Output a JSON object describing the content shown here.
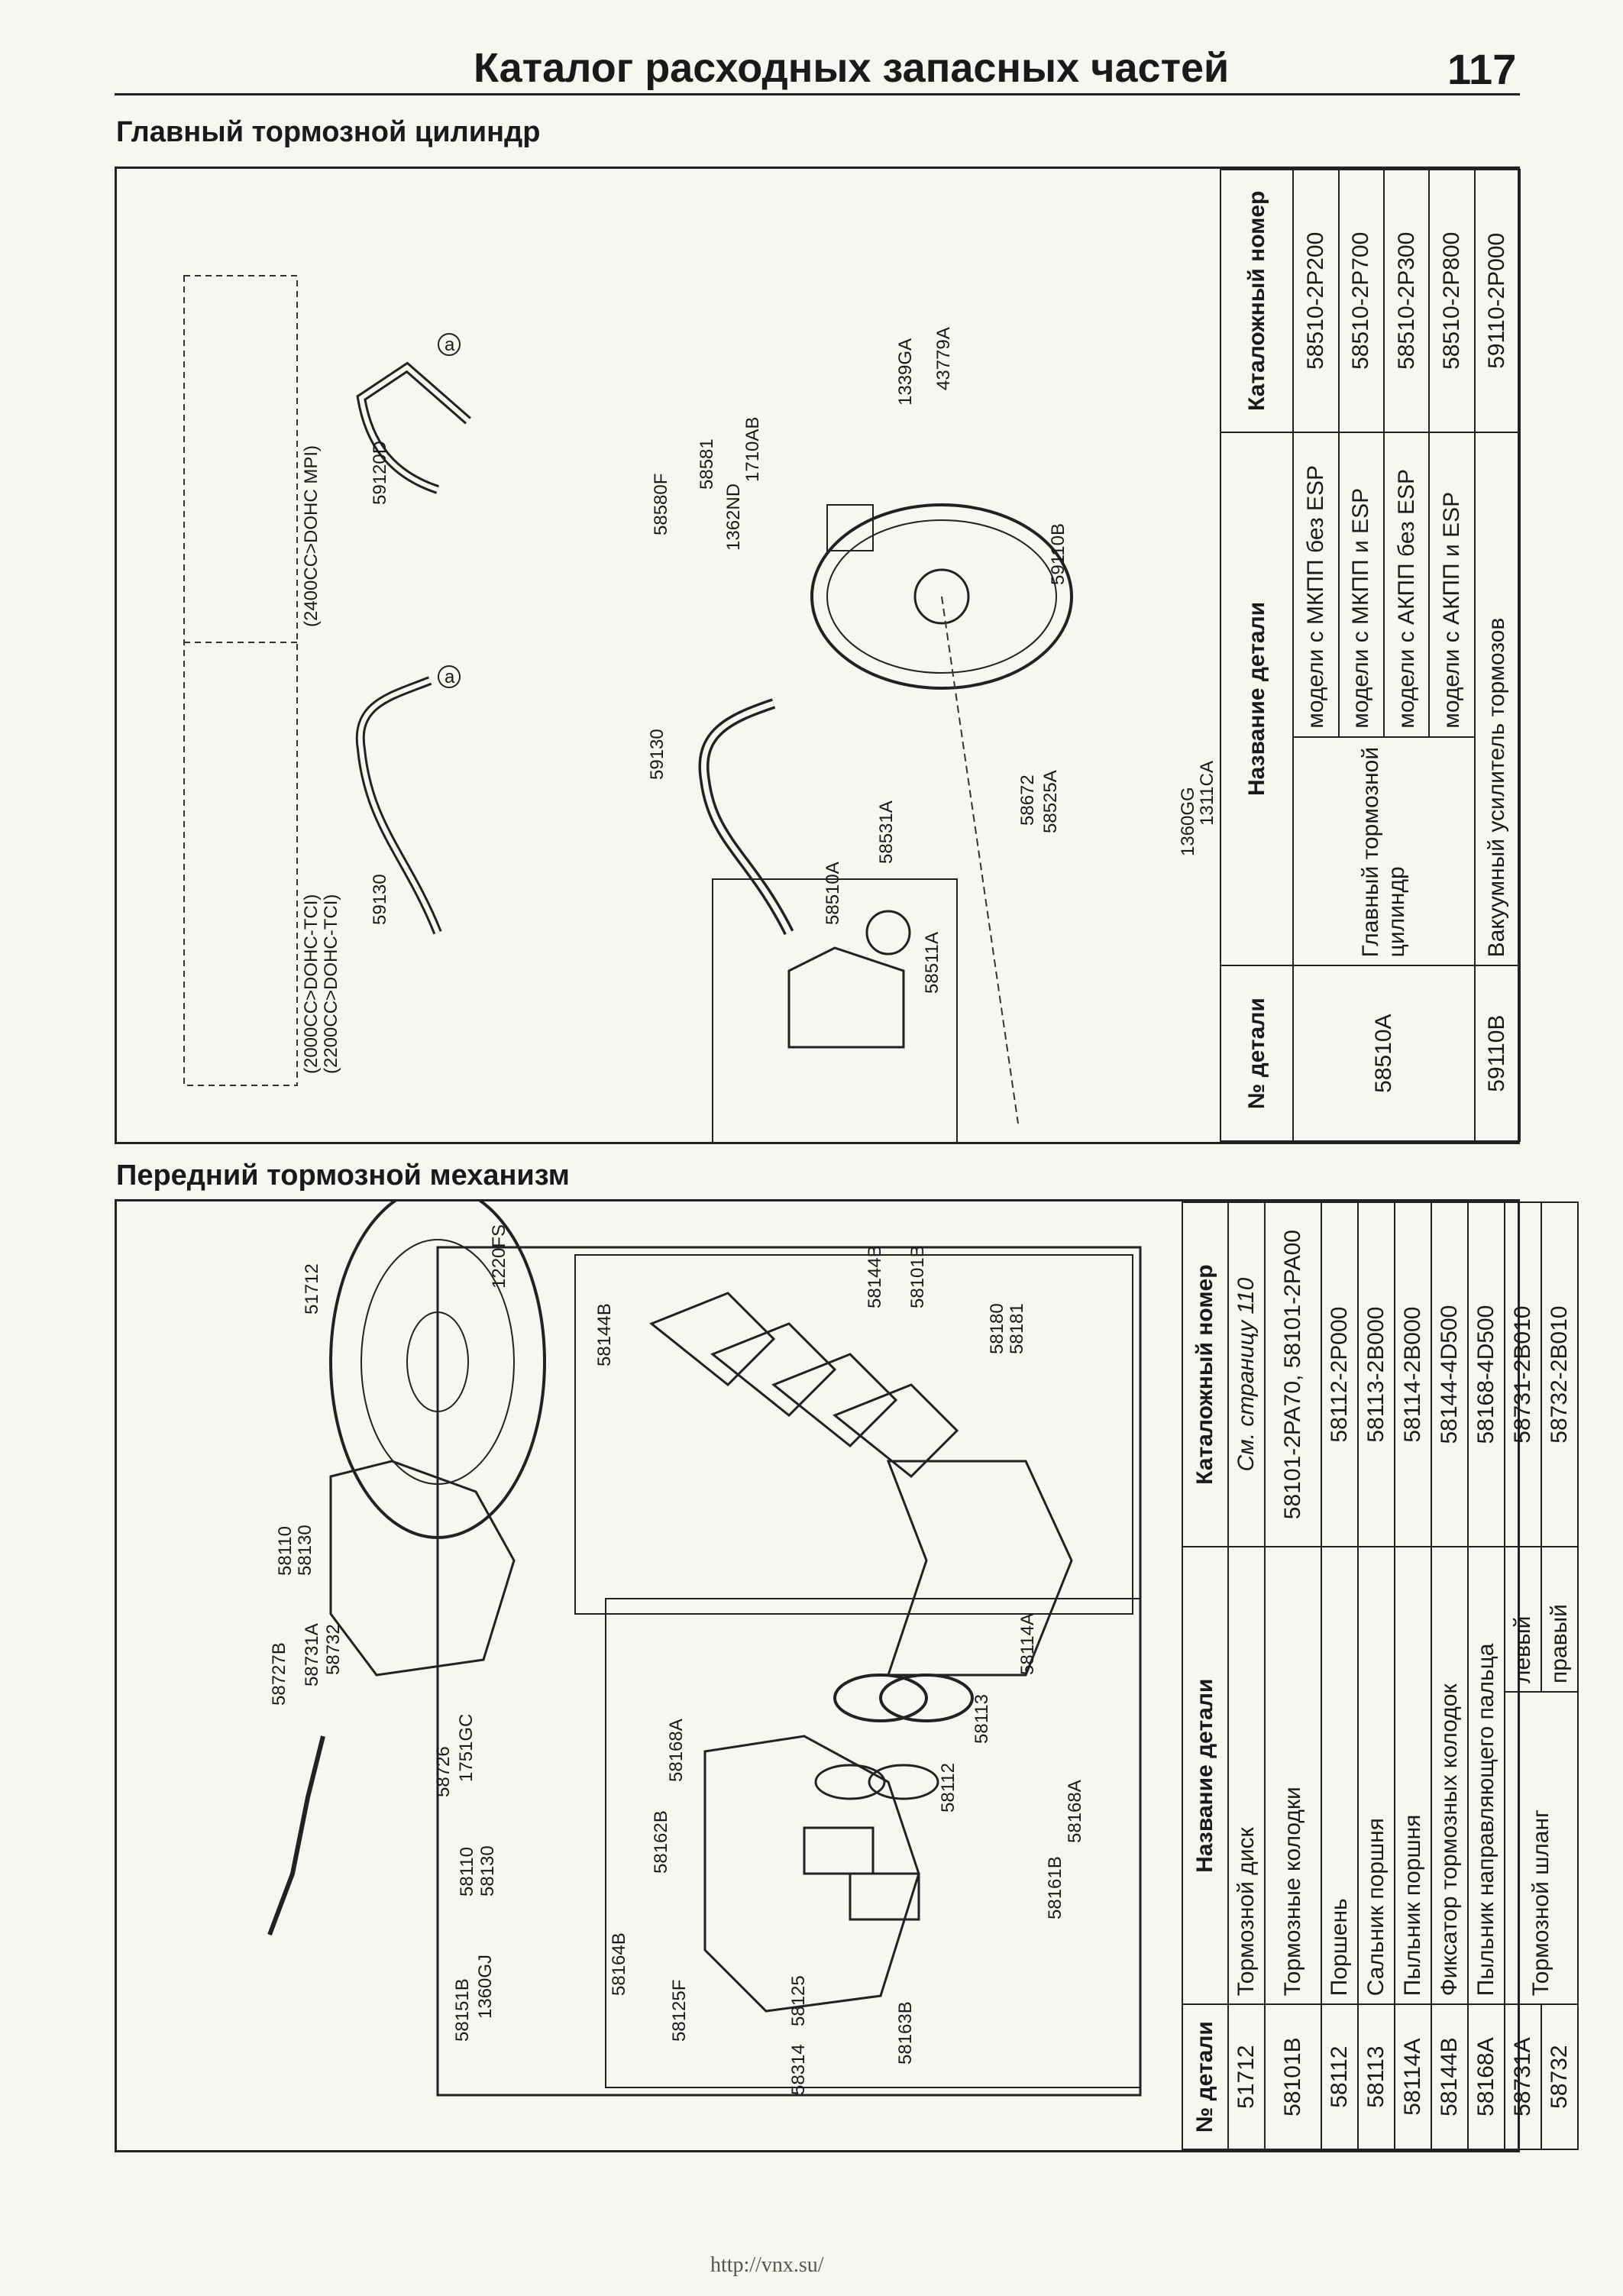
{
  "header": {
    "title": "Каталог расходных запасных частей",
    "page_number": "117"
  },
  "master_cylinder": {
    "section_title": "Главный тормозной цилиндр",
    "diagram": {
      "note_1": "(2000CC>DOHC-TCI)",
      "note_2": "(2200CC>DOHC-TCI)",
      "note_3": "(2400CC>DOHC MPI)",
      "labels": [
        "59130",
        "59120D",
        "59130",
        "58580F",
        "58581",
        "1362ND",
        "1710AB",
        "1339GA",
        "43779A",
        "59110B",
        "58510A",
        "58531A",
        "58511A",
        "58672",
        "58525A",
        "1360GG",
        "1311CA",
        "a",
        "a"
      ]
    },
    "table": {
      "headers": {
        "part_no": "№ детали",
        "name": "Название детали",
        "catalog": "Каталожный номер"
      },
      "rows": [
        {
          "part_no": "58510A",
          "name": "Главный тормозной цилиндр",
          "variants": [
            {
              "name": "модели с МКПП без ESP",
              "catalog": "58510-2P200"
            },
            {
              "name": "модели с МКПП и ESP",
              "catalog": "58510-2P700"
            },
            {
              "name": "модели с АКПП без ESP",
              "catalog": "58510-2P300"
            },
            {
              "name": "модели с АКПП и ESP",
              "catalog": "58510-2P800"
            }
          ]
        },
        {
          "part_no": "59110B",
          "name": "Вакуумный усилитель тормозов",
          "catalog": "59110-2P000"
        }
      ]
    }
  },
  "front_brake": {
    "section_title": "Передний тормозной механизм",
    "diagram": {
      "labels": [
        "51712",
        "1220FS",
        "58110",
        "58130",
        "58727B",
        "58731A",
        "58732",
        "58726",
        "1751GC",
        "58110",
        "58130",
        "58151B",
        "1360GJ",
        "58144B",
        "58144B",
        "58101B",
        "58180",
        "58181",
        "58168A",
        "58162B",
        "58112",
        "58113",
        "58114A",
        "58168A",
        "58161B",
        "58164B",
        "58125F",
        "58314",
        "58125",
        "58163B"
      ]
    },
    "table": {
      "headers": {
        "part_no": "№ детали",
        "name": "Название детали",
        "catalog": "Каталожный номер"
      },
      "rows": [
        {
          "part_no": "51712",
          "name": "Тормозной диск",
          "catalog": "См. страницу 110"
        },
        {
          "part_no": "58101B",
          "name": "Тормозные колодки",
          "catalog": "58101-2PA70, 58101-2PA00"
        },
        {
          "part_no": "58112",
          "name": "Поршень",
          "catalog": "58112-2P000"
        },
        {
          "part_no": "58113",
          "name": "Сальник поршня",
          "catalog": "58113-2B000"
        },
        {
          "part_no": "58114A",
          "name": "Пыльник поршня",
          "catalog": "58114-2B000"
        },
        {
          "part_no": "58144B",
          "name": "Фиксатор тормозных колодок",
          "catalog": "58144-4D500"
        },
        {
          "part_no": "58168A",
          "name": "Пыльник направляющего пальца",
          "catalog": "58168-4D500"
        },
        {
          "part_no": "58731A",
          "name": "Тормозной шланг",
          "side": "левый",
          "catalog": "58731-2B010"
        },
        {
          "part_no": "58732",
          "name": "",
          "side": "правый",
          "catalog": "58732-2B010"
        }
      ]
    }
  },
  "footer": {
    "url": "http://vnx.su/"
  }
}
